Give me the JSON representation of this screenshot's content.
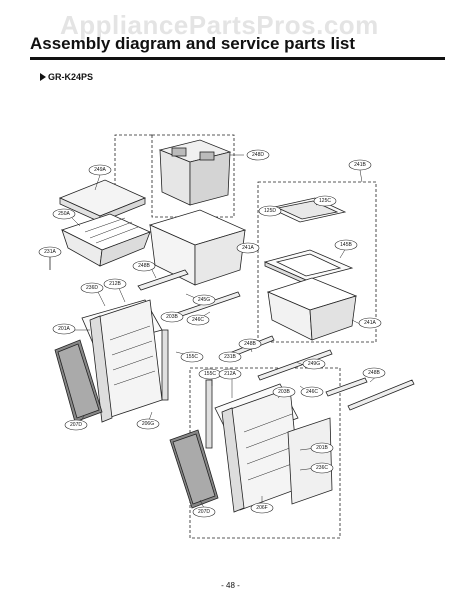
{
  "page": {
    "watermark": "AppliancePartsPros.com",
    "title": "Assembly diagram and service parts list",
    "model": "GR-K24PS",
    "page_number": "- 48 -"
  },
  "part_labels": {
    "p248D": "248D",
    "p249A": "249A",
    "p241B": "241B",
    "p250A": "250A",
    "p125D": "125D",
    "p125C": "125C",
    "p231A": "231A",
    "p241A_top": "241A",
    "p145B": "145B",
    "p248B_a": "248B",
    "p236D": "236D",
    "p212B": "212B",
    "p245G": "245G",
    "p201A": "201A",
    "p203B_a": "203B",
    "p246C_a": "246C",
    "p241A_right": "241A",
    "p248B_b": "248B",
    "p155C_a": "155C",
    "p231B": "231B",
    "p249G": "249G",
    "p248B_c": "248B",
    "p155C_b": "155C",
    "p212A": "212A",
    "p203B_b": "203B",
    "p246C_b": "246C",
    "p207D_a": "207D",
    "p206G": "206G",
    "p201B": "201B",
    "p236C": "236C",
    "p207D_b": "207D",
    "p206F": "206F"
  }
}
